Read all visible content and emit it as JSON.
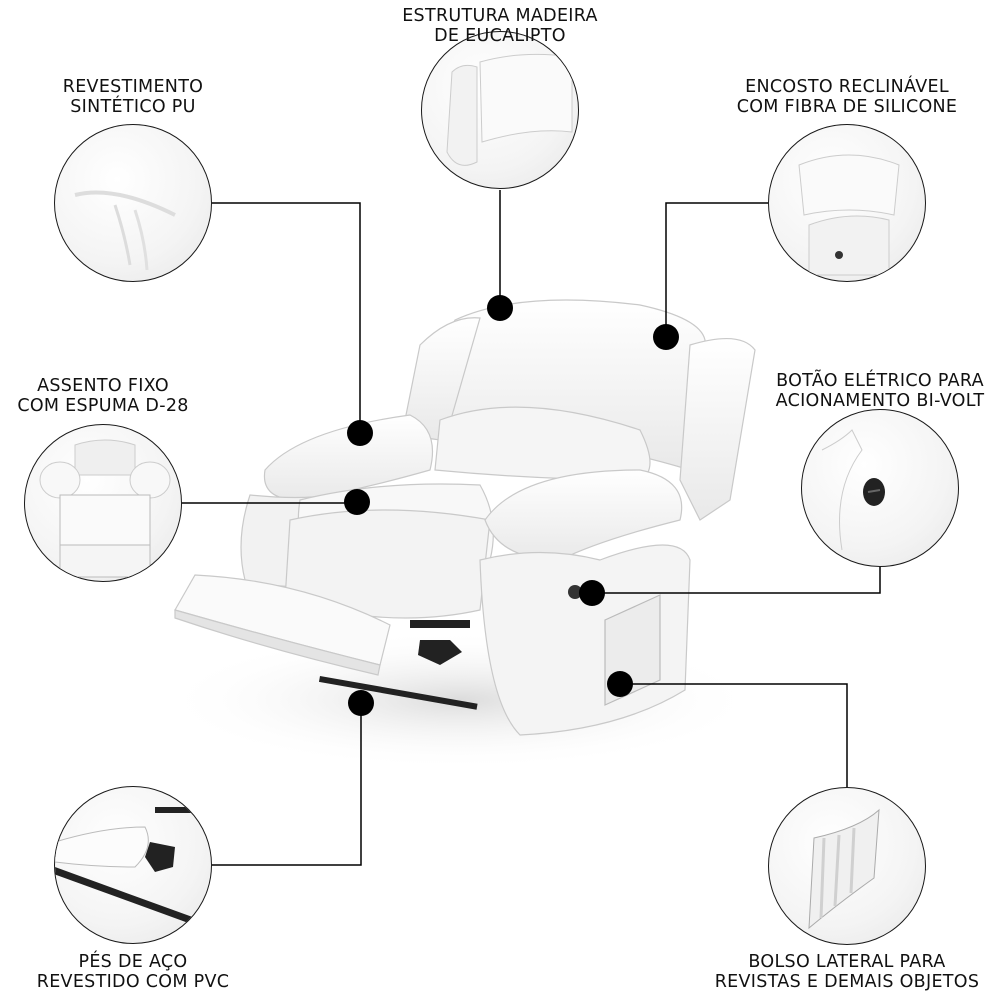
{
  "features": [
    {
      "id": "estrutura",
      "line1": "ESTRUTURA MADEIRA",
      "line2": "DE EUCALIPTO",
      "detail": "backrest-frame-closeup"
    },
    {
      "id": "revestimento",
      "line1": "REVESTIMENTO",
      "line2": "SINTÉTICO PU",
      "detail": "pu-leather-texture-closeup"
    },
    {
      "id": "encosto",
      "line1": "ENCOSTO RECLINÁVEL",
      "line2": "COM FIBRA DE SILICONE",
      "detail": "reclining-backrest-closeup"
    },
    {
      "id": "assento",
      "line1": "ASSENTO FIXO",
      "line2": "COM ESPUMA D-28",
      "detail": "seat-front-view-closeup"
    },
    {
      "id": "botao",
      "line1": "BOTÃO ELÉTRICO PARA",
      "line2": "ACIONAMENTO BI-VOLT",
      "detail": "electric-button-closeup"
    },
    {
      "id": "pes",
      "line1": "PÉS DE AÇO",
      "line2": "REVESTIDO COM PVC",
      "detail": "steel-feet-closeup"
    },
    {
      "id": "bolso",
      "line1": "BOLSO LATERAL PARA",
      "line2": "REVISTAS E DEMAIS OBJETOS",
      "detail": "side-pocket-closeup"
    }
  ],
  "product": {
    "name": "recliner-armchair",
    "color": "#ffffff",
    "marker_color": "#000000",
    "line_color": "#000000"
  }
}
